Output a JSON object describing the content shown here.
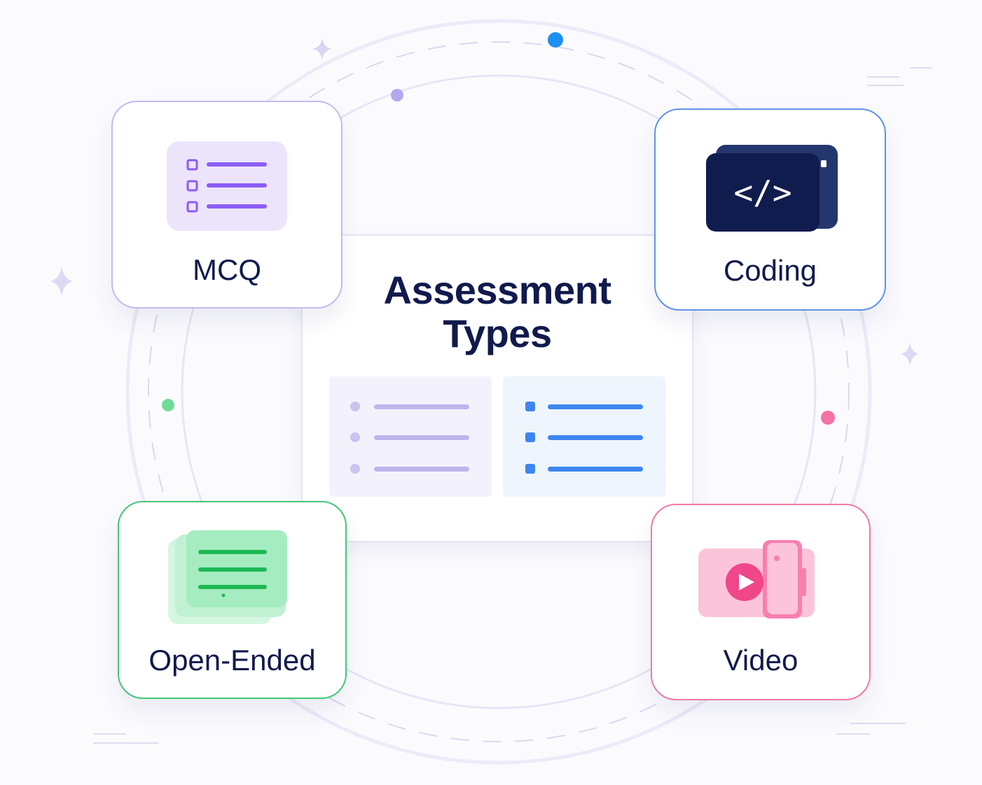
{
  "title_line1": "Assessment",
  "title_line2": "Types",
  "cards": [
    {
      "label": "MCQ",
      "icon": "checklist-icon",
      "color": "#8b5cf6"
    },
    {
      "label": "Coding",
      "icon": "code-icon",
      "color": "#1a2a6c"
    },
    {
      "label": "Open-Ended",
      "icon": "text-document-icon",
      "color": "#22c55e"
    },
    {
      "label": "Video",
      "icon": "video-camera-icon",
      "color": "#f472b6"
    }
  ],
  "list_panels": [
    {
      "style": "round-bullets",
      "color": "#bdb6ec",
      "rows": 3
    },
    {
      "style": "square-bullets",
      "color": "#3e86ef",
      "rows": 3
    }
  ],
  "colors": {
    "title": "#111a4d",
    "ring": "#e3e3f5"
  }
}
